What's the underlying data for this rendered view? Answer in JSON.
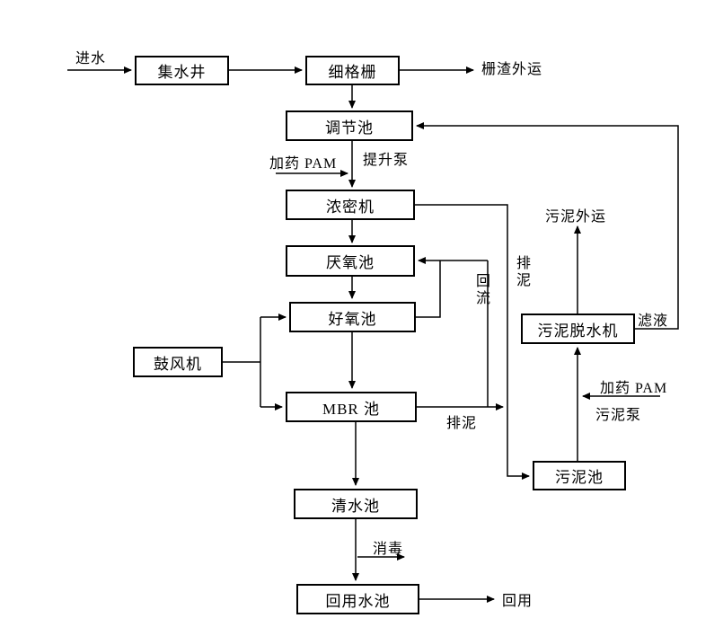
{
  "colors": {
    "background": "#ffffff",
    "line": "#000000",
    "box_border": "#000000",
    "text": "#000000"
  },
  "nodes": {
    "collection_well": {
      "label": "集水井"
    },
    "fine_screen": {
      "label": "细格栅"
    },
    "regulation_tank": {
      "label": "调节池"
    },
    "thickener": {
      "label": "浓密机"
    },
    "anaerobic_tank": {
      "label": "厌氧池"
    },
    "aerobic_tank": {
      "label": "好氧池"
    },
    "blower": {
      "label": "鼓风机"
    },
    "mbr_tank": {
      "label": "MBR 池"
    },
    "clear_water_tank": {
      "label": "清水池"
    },
    "reuse_water_tank": {
      "label": "回用水池"
    },
    "sludge_dewatering_machine": {
      "label": "污泥脱水机"
    },
    "sludge_tank": {
      "label": "污泥池"
    }
  },
  "labels": {
    "influent": "进水",
    "screen_residue_out": "栅渣外运",
    "dosing_pam_top": "加药 PAM",
    "lift_pump": "提升泵",
    "sludge_out": "污泥外运",
    "sludge_discharge_vertical": "排泥",
    "reflux": "回流",
    "filtrate": "滤液",
    "dosing_pam_side": "加药 PAM",
    "sludge_pump": "污泥泵",
    "sludge_discharge": "排泥",
    "disinfection": "消毒",
    "reuse": "回用"
  }
}
